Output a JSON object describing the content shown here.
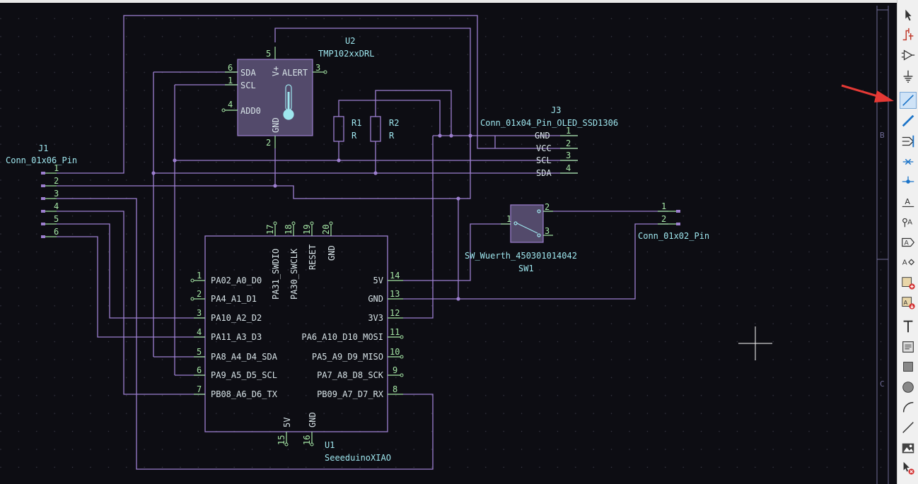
{
  "colors": {
    "background": "#0d0d13",
    "wire": "#9d7fd0",
    "component_text": "#9ee6ee",
    "pin_number": "#a5e6a5",
    "pin_name": "#d8e4e8",
    "body_fill": "#534a6b",
    "frame": "#6f6b97",
    "arrow": "#e53935"
  },
  "sheet": {
    "zone_b": "B",
    "zone_c": "C"
  },
  "components": {
    "u2": {
      "ref": "U2",
      "value": "TMP102xxDRL",
      "pins": {
        "sda": {
          "num": "6",
          "name": "SDA"
        },
        "scl": {
          "num": "1",
          "name": "SCL"
        },
        "add0": {
          "num": "4",
          "name": "ADD0"
        },
        "vplus": {
          "num": "5",
          "name": "V+"
        },
        "alert": {
          "num": "3",
          "name": "ALERT"
        },
        "gnd": {
          "num": "2",
          "name": "GND"
        }
      }
    },
    "r1": {
      "ref": "R1",
      "value": "R"
    },
    "r2": {
      "ref": "R2",
      "value": "R"
    },
    "j3": {
      "ref": "J3",
      "value": "Conn_01x04_Pin_OLED_SSD1306",
      "pins": [
        {
          "num": "1",
          "name": "GND"
        },
        {
          "num": "2",
          "name": "VCC"
        },
        {
          "num": "3",
          "name": "SCL"
        },
        {
          "num": "4",
          "name": "SDA"
        }
      ]
    },
    "j1": {
      "ref": "J1",
      "value": "Conn_01x06_Pin",
      "pins": [
        "1",
        "2",
        "3",
        "4",
        "5",
        "6"
      ]
    },
    "sw1": {
      "ref": "SW1",
      "value": "SW_Wuerth_450301014042",
      "pins": {
        "p1": "1",
        "p2": "2",
        "p3": "3"
      }
    },
    "j2": {
      "value": "Conn_01x02_Pin",
      "pins": [
        "1",
        "2"
      ]
    },
    "u1": {
      "ref": "U1",
      "value": "SeeeduinoXIAO",
      "left_pins": [
        {
          "num": "1",
          "name": "PA02_A0_D0"
        },
        {
          "num": "2",
          "name": "PA4_A1_D1"
        },
        {
          "num": "3",
          "name": "PA10_A2_D2"
        },
        {
          "num": "4",
          "name": "PA11_A3_D3"
        },
        {
          "num": "5",
          "name": "PA8_A4_D4_SDA"
        },
        {
          "num": "6",
          "name": "PA9_A5_D5_SCL"
        },
        {
          "num": "7",
          "name": "PB08_A6_D6_TX"
        }
      ],
      "right_pins": [
        {
          "num": "14",
          "name": "5V"
        },
        {
          "num": "13",
          "name": "GND"
        },
        {
          "num": "12",
          "name": "3V3"
        },
        {
          "num": "11",
          "name": "PA6_A10_D10_MOSI"
        },
        {
          "num": "10",
          "name": "PA5_A9_D9_MISO"
        },
        {
          "num": "9",
          "name": "PA7_A8_D8_SCK"
        },
        {
          "num": "8",
          "name": "PB09_A7_D7_RX"
        }
      ],
      "top_pins": [
        {
          "num": "17",
          "name": "PA31_SWDIO"
        },
        {
          "num": "18",
          "name": "PA30_SWCLK"
        },
        {
          "num": "19",
          "name": "RESET"
        },
        {
          "num": "20",
          "name": "GND"
        }
      ],
      "bottom_pins": [
        {
          "num": "15",
          "name": "5V"
        },
        {
          "num": "16",
          "name": "GND"
        }
      ]
    }
  },
  "toolbar": {
    "tools": [
      {
        "icon": "select-arrow-icon",
        "active": false
      },
      {
        "icon": "highlight-net-icon",
        "active": false
      },
      {
        "icon": "add-symbol-icon",
        "active": false
      },
      {
        "icon": "add-power-icon",
        "active": false
      },
      {
        "icon": "add-wire-icon",
        "active": true
      },
      {
        "icon": "add-bus-icon",
        "active": false
      },
      {
        "icon": "bus-entry-icon",
        "active": false
      },
      {
        "icon": "no-connect-icon",
        "active": false
      },
      {
        "icon": "junction-icon",
        "active": false
      },
      {
        "icon": "net-label-icon",
        "active": false
      },
      {
        "icon": "global-label-icon",
        "active": false
      },
      {
        "icon": "hierarchical-label-icon",
        "active": false
      },
      {
        "icon": "directive-label-icon",
        "active": false
      },
      {
        "icon": "add-sheet-icon",
        "active": false
      },
      {
        "icon": "import-sheet-pin-icon",
        "active": false
      },
      {
        "icon": "text-icon",
        "active": false
      },
      {
        "icon": "text-box-icon",
        "active": false
      },
      {
        "icon": "rectangle-icon",
        "active": false
      },
      {
        "icon": "circle-icon",
        "active": false
      },
      {
        "icon": "arc-icon",
        "active": false
      },
      {
        "icon": "line-icon",
        "active": false
      },
      {
        "icon": "image-icon",
        "active": false
      },
      {
        "icon": "delete-tool-icon",
        "active": false
      }
    ]
  }
}
